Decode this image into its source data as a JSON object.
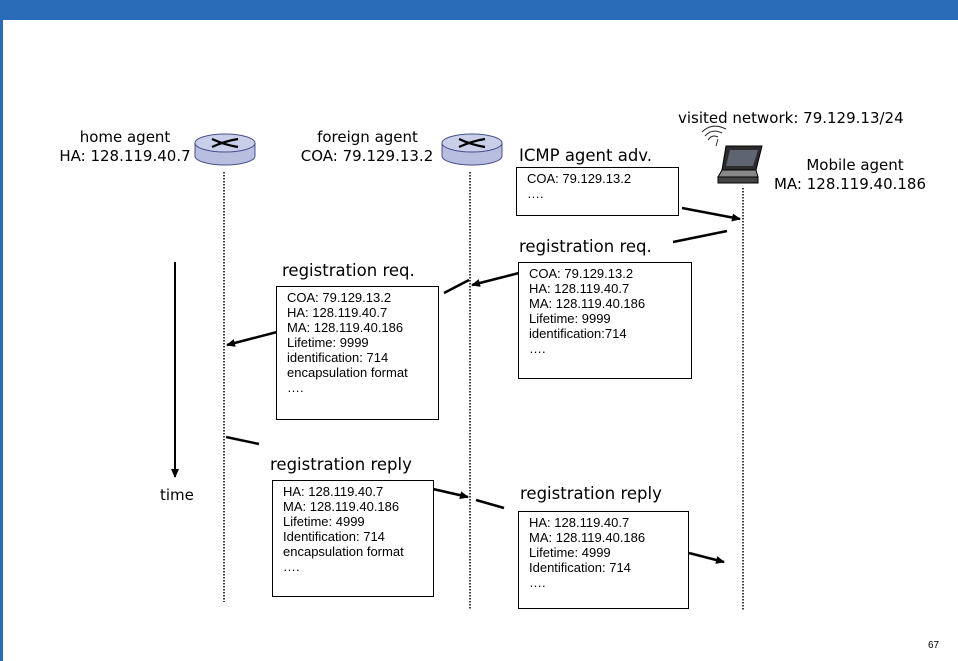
{
  "colors": {
    "frame": "#2b6cb8",
    "router_fill": "#b7bedf",
    "router_stroke": "#4a4f8c"
  },
  "home_agent": {
    "line1": "home agent",
    "line2": "HA: 128.119.40.7",
    "icon": "router-icon"
  },
  "foreign_agent": {
    "line1": "foreign agent",
    "line2": "COA: 79.129.13.2",
    "icon": "router-icon"
  },
  "visited_network": "visited network: 79.129.13/24",
  "mobile_agent": {
    "line1": "Mobile agent",
    "line2": "MA: 128.119.40.186",
    "icon": "laptop-wireless-icon"
  },
  "time_label": "time",
  "messages": {
    "icmp_adv": {
      "title": "ICMP agent adv.",
      "lines": [
        "COA: 79.129.13.2",
        "…."
      ]
    },
    "reg_req_mobile": {
      "title": "registration req.",
      "lines": [
        "COA: 79.129.13.2",
        "HA: 128.119.40.7",
        "MA: 128.119.40.186",
        "Lifetime: 9999",
        "identification:714",
        "…."
      ]
    },
    "reg_req_foreign": {
      "title": "registration req.",
      "lines": [
        "COA: 79.129.13.2",
        "HA: 128.119.40.7",
        "MA: 128.119.40.186",
        "Lifetime: 9999",
        "identification: 714",
        "encapsulation format",
        "…."
      ]
    },
    "reg_reply_home": {
      "title": "registration reply",
      "lines": [
        "HA: 128.119.40.7",
        "MA: 128.119.40.186",
        "Lifetime: 4999",
        "Identification: 714",
        "encapsulation format",
        "…."
      ]
    },
    "reg_reply_foreign": {
      "title": "registration reply",
      "lines": [
        "HA: 128.119.40.7",
        "MA: 128.119.40.186",
        "Lifetime: 4999",
        "Identification: 714",
        "…."
      ]
    }
  },
  "page_number": "67"
}
